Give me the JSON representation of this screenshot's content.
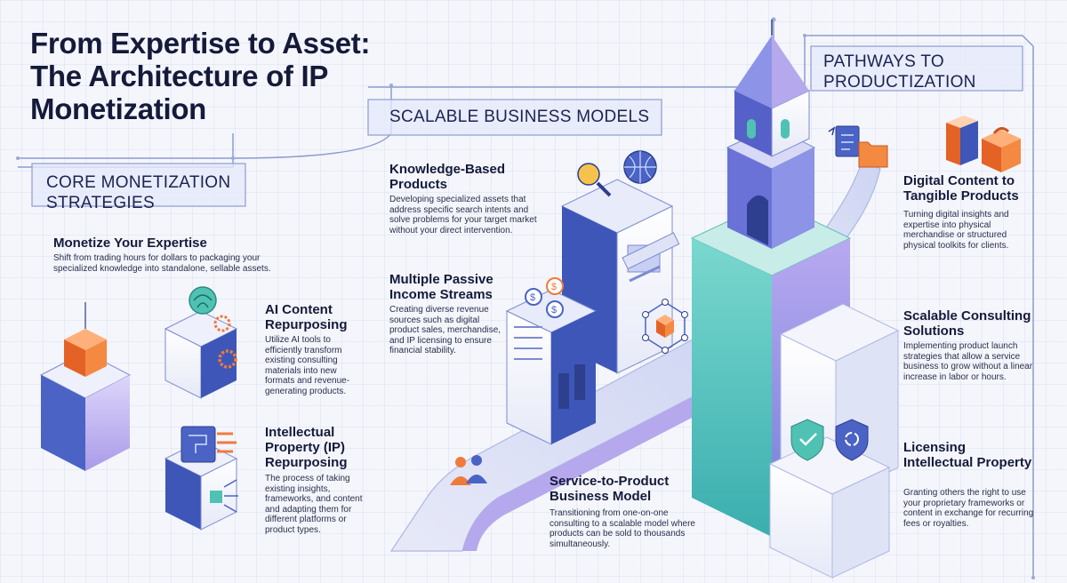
{
  "title": "From Expertise to Asset: The Architecture of IP Monetization",
  "sections": {
    "core": {
      "heading": "CORE MONETIZATION STRATEGIES",
      "items": [
        {
          "title": "Monetize Your Expertise",
          "desc": "Shift from trading hours for dollars to packaging your specialized knowledge into standalone, sellable assets."
        },
        {
          "title": "AI Content Repurposing",
          "desc": "Utilize AI tools to efficiently transform existing consulting materials into new formats and revenue-generating products."
        },
        {
          "title": "Intellectual Property (IP) Repurposing",
          "desc": "The process of taking existing insights, frameworks, and content and adapting them for different platforms or product types."
        }
      ]
    },
    "scalable": {
      "heading": "SCALABLE BUSINESS MODELS",
      "items": [
        {
          "title": "Knowledge-Based Products",
          "desc": "Developing specialized assets that address specific search intents and solve problems for your target market without your direct intervention."
        },
        {
          "title": "Multiple Passive Income Streams",
          "desc": "Creating diverse revenue sources such as digital product sales, merchandise, and IP licensing to ensure financial stability."
        },
        {
          "title": "Service-to-Product Business Model",
          "desc": "Transitioning from one-on-one consulting to a scalable model where products can be sold to thousands simultaneously."
        }
      ]
    },
    "pathways": {
      "heading": "PATHWAYS TO PRODUCTIZATION",
      "items": [
        {
          "title": "Digital Content to Tangible Products",
          "desc": "Turning digital insights and expertise into physical merchandise or structured physical toolkits for clients."
        },
        {
          "title": "Scalable Consulting Solutions",
          "desc": "Implementing product launch strategies that allow a service business to grow without a linear increase in labor or hours."
        },
        {
          "title": "Licensing Intellectual Property",
          "desc": "Granting others the right to use your proprietary frameworks or content in exchange for recurring fees or royalties."
        }
      ]
    }
  },
  "icons": [
    "brain-icon",
    "gear-icon",
    "blueprint-icon",
    "lightbulb-search-icon",
    "globe-icon",
    "dollar-coin-icon",
    "network-cube-icon",
    "people-icon",
    "document-icon",
    "folder-icon",
    "book-icon",
    "toolbox-icon",
    "shield-check-icon",
    "shield-sync-icon"
  ],
  "colors": {
    "navy": "#2d3f8e",
    "blue": "#4a63c4",
    "lavender": "#b6a8ec",
    "teal": "#3ec2b4",
    "orange": "#f07a3c",
    "background": "#f4f6fc"
  }
}
